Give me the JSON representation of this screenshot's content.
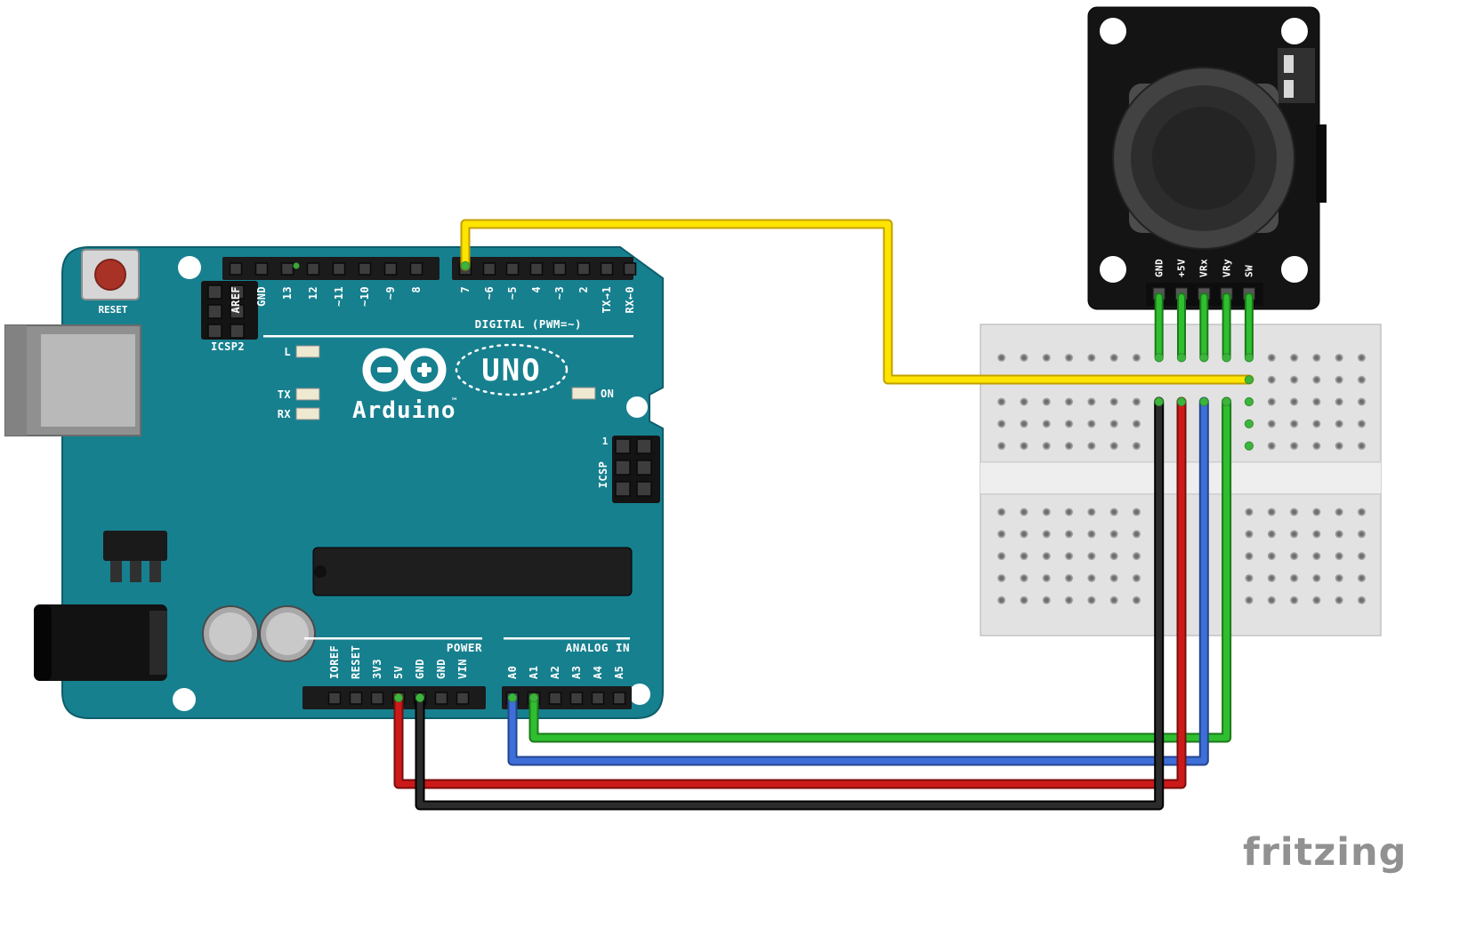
{
  "watermark": "fritzing",
  "arduino": {
    "reset_label": "RESET",
    "icsp2_label": "ICSP2",
    "icsp_label": "ICSP",
    "icsp_pin1_label": "1",
    "digital_caption": "DIGITAL (PWM=~)",
    "top_pins": [
      "AREF",
      "GND",
      "13",
      "12",
      "~11",
      "~10",
      "~9",
      "8",
      "7",
      "~6",
      "~5",
      "4",
      "~3",
      "2",
      "TX→1",
      "RX←0"
    ],
    "led_l_label": "L",
    "led_tx_label": "TX",
    "led_rx_label": "RX",
    "led_on_label": "ON",
    "brand": "Arduino",
    "brand_tm": "™",
    "model": "UNO",
    "power_caption": "POWER",
    "power_pins": [
      "IOREF",
      "RESET",
      "3V3",
      "5V",
      "GND",
      "GND",
      "VIN"
    ],
    "analog_caption": "ANALOG IN",
    "analog_pins": [
      "A0",
      "A1",
      "A2",
      "A3",
      "A4",
      "A5"
    ]
  },
  "joystick": {
    "pin_labels": [
      "GND",
      "+5V",
      "VRx",
      "VRy",
      "SW"
    ]
  },
  "connections": [
    {
      "wire": "yellow",
      "from": "Arduino D7",
      "to": "Joystick SW"
    },
    {
      "wire": "red",
      "from": "Arduino 5V",
      "to": "Joystick +5V"
    },
    {
      "wire": "black",
      "from": "Arduino GND",
      "to": "Joystick GND"
    },
    {
      "wire": "blue",
      "from": "Arduino A0",
      "to": "Joystick VRx"
    },
    {
      "wire": "green",
      "from": "Arduino A1",
      "to": "Joystick VRy"
    }
  ],
  "colors": {
    "board_teal": "#17808F",
    "wire_yellow": "#FFE400",
    "wire_red": "#CC1A1A",
    "wire_black": "#262626",
    "wire_blue": "#3E6FD8",
    "wire_green": "#2FBE2F",
    "connection_green": "#3DB53D",
    "breadboard_body": "#E2E2E2",
    "pcb_black": "#141414"
  }
}
